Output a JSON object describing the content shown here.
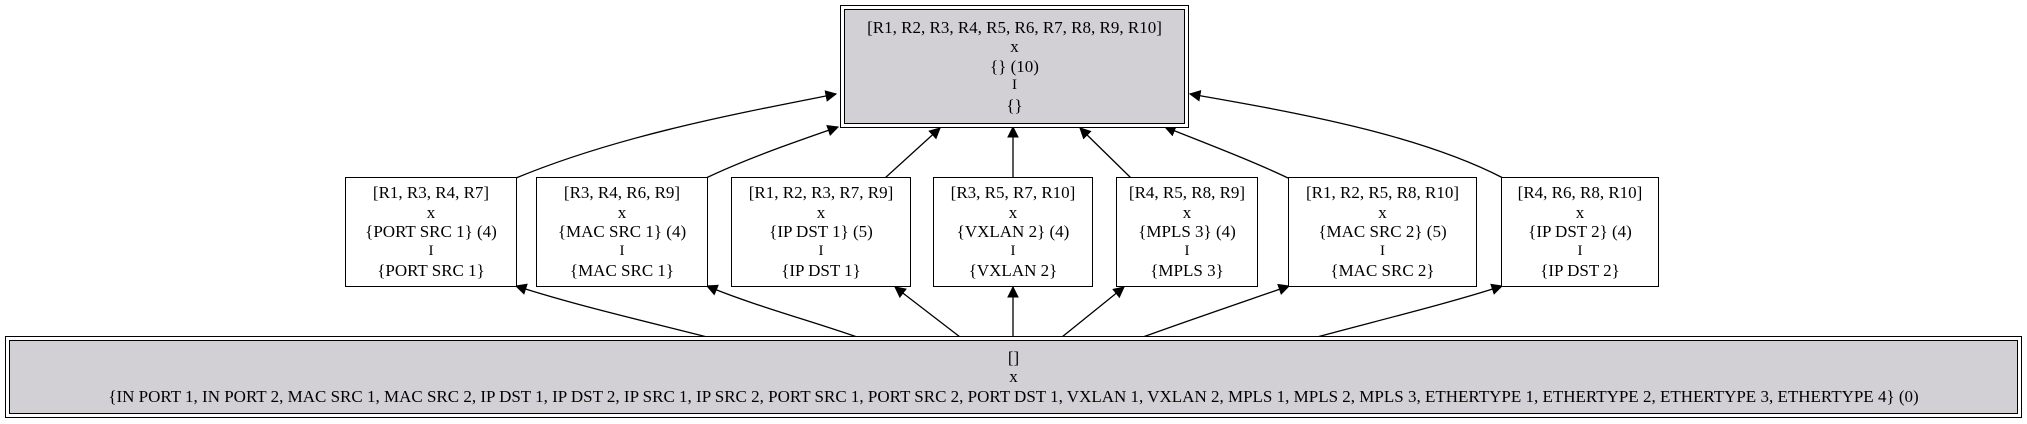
{
  "top": {
    "rules": "[R1, R2, R3, R4, R5, R6, R7, R8, R9, R10]",
    "x": "x",
    "attrs": "{}  (10)",
    "sep": "I",
    "set": "{}"
  },
  "middle": [
    {
      "rules": "[R1, R3, R4, R7]",
      "x": "x",
      "attrs": "{PORT SRC 1}  (4)",
      "sep": "I",
      "set": "{PORT SRC 1}"
    },
    {
      "rules": "[R3, R4, R6, R9]",
      "x": "x",
      "attrs": "{MAC SRC 1}  (4)",
      "sep": "I",
      "set": "{MAC SRC 1}"
    },
    {
      "rules": "[R1, R2, R3, R7, R9]",
      "x": "x",
      "attrs": "{IP DST 1}  (5)",
      "sep": "I",
      "set": "{IP DST 1}"
    },
    {
      "rules": "[R3, R5, R7, R10]",
      "x": "x",
      "attrs": "{VXLAN 2}  (4)",
      "sep": "I",
      "set": "{VXLAN 2}"
    },
    {
      "rules": "[R4, R5, R8, R9]",
      "x": "x",
      "attrs": "{MPLS 3}  (4)",
      "sep": "I",
      "set": "{MPLS 3}"
    },
    {
      "rules": "[R1, R2, R5, R8, R10]",
      "x": "x",
      "attrs": "{MAC SRC 2}  (5)",
      "sep": "I",
      "set": "{MAC SRC 2}"
    },
    {
      "rules": "[R4, R6, R8, R10]",
      "x": "x",
      "attrs": "{IP DST 2}  (4)",
      "sep": "I",
      "set": "{IP DST 2}"
    }
  ],
  "bottom": {
    "rules": "[]",
    "x": "x",
    "attrs": "{IN PORT 1, IN PORT 2, MAC SRC 1, MAC SRC 2, IP DST 1, IP DST 2, IP SRC 1, IP SRC 2, PORT SRC 1, PORT SRC 2, PORT DST 1, VXLAN 1, VXLAN 2, MPLS 1, MPLS 2, MPLS 3, ETHERTYPE 1, ETHERTYPE  2, ETHERTYPE 3, ETHERTYPE 4}  (0)"
  },
  "colors": {
    "highlight_fill": "#d3d0d5",
    "stroke": "#000000"
  }
}
